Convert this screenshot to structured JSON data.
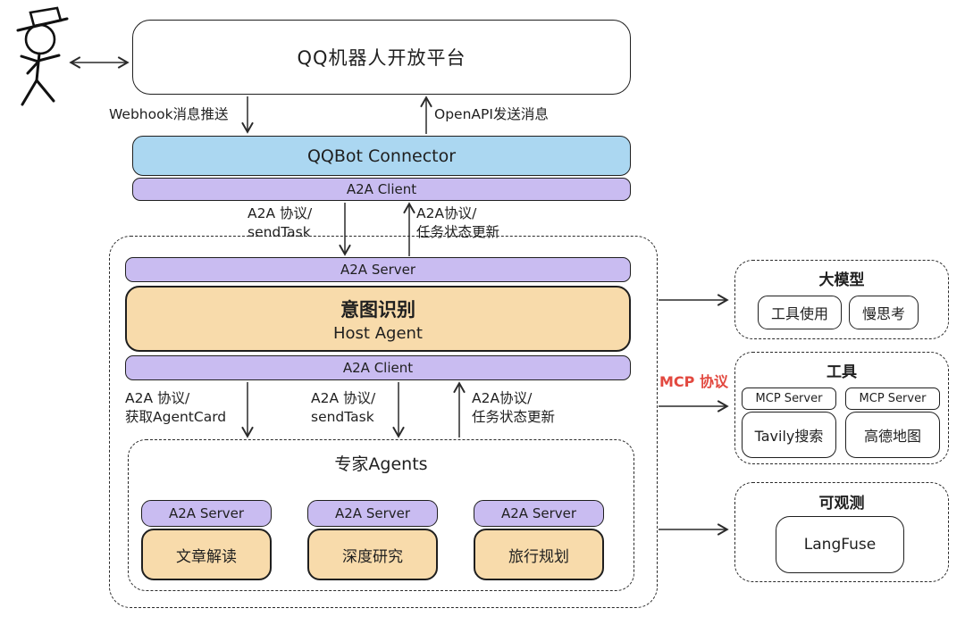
{
  "palette": {
    "blue": "#abd7f1",
    "purple": "#c9bcf1",
    "orange": "#f8dbab",
    "red": "#e2483f",
    "ink": "#1f1f1f"
  },
  "platform": {
    "title": "QQ机器人开放平台"
  },
  "connector": {
    "title": "QQBot Connector",
    "client": "A2A Client"
  },
  "host": {
    "server": "A2A Server",
    "title_cn": "意图识别",
    "title_en": "Host Agent",
    "client": "A2A Client"
  },
  "experts": {
    "title": "专家Agents",
    "items": [
      {
        "server": "A2A Server",
        "name": "文章解读"
      },
      {
        "server": "A2A Server",
        "name": "深度研究"
      },
      {
        "server": "A2A Server",
        "name": "旅行规划"
      }
    ]
  },
  "panels": {
    "llm": {
      "title": "大模型",
      "chips": [
        {
          "label": "工具使用"
        },
        {
          "label": "慢思考"
        }
      ]
    },
    "tools": {
      "title": "工具",
      "items": [
        {
          "server": "MCP Server",
          "name": "Tavily搜索"
        },
        {
          "server": "MCP Server",
          "name": "高德地图"
        }
      ]
    },
    "observability": {
      "title": "可观测",
      "items": [
        {
          "name": "LangFuse"
        }
      ]
    }
  },
  "flow_labels": {
    "webhook": "Webhook消息推送",
    "openapi": "OpenAPI发送消息",
    "send_task_top": "A2A 协议/\nsendTask",
    "status_top": "A2A协议/\n任务状态更新",
    "get_agent_card": "A2A 协议/\n获取AgentCard",
    "send_task_mid": "A2A 协议/\nsendTask",
    "status_mid": "A2A协议/\n任务状态更新",
    "mcp": "MCP 协议"
  }
}
